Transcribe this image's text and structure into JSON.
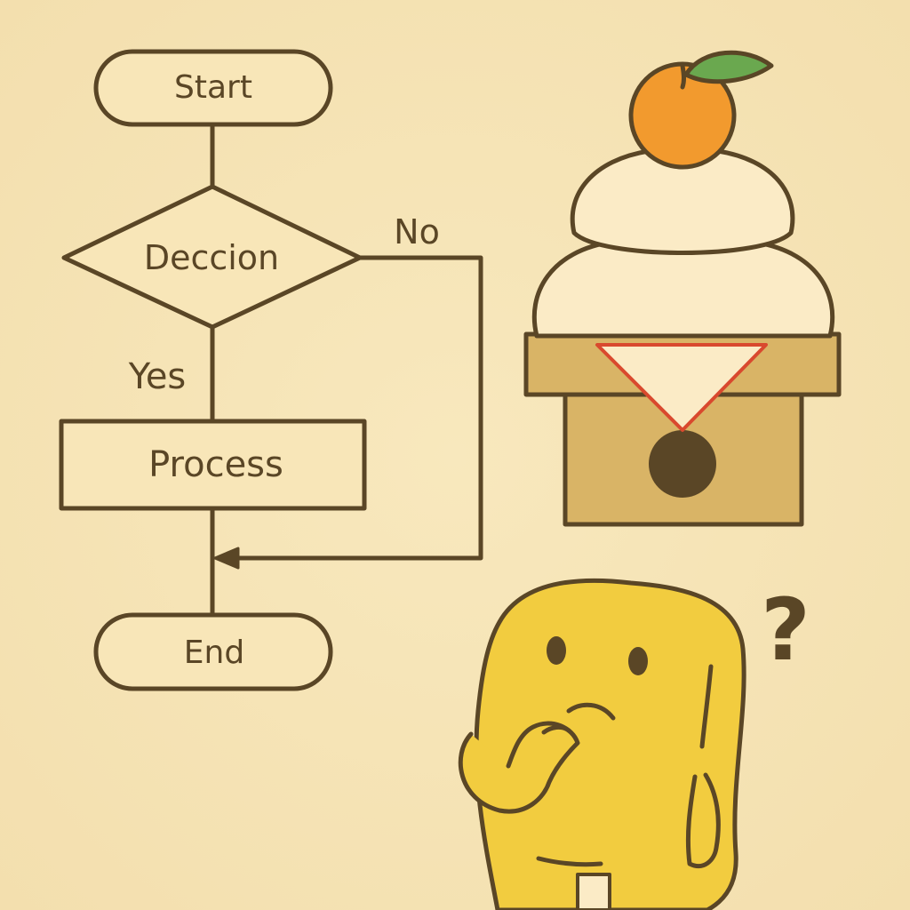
{
  "colors": {
    "background": "#f6e4b4",
    "line": "#5a4626",
    "mochi": "#fbebc6",
    "stand": "#d9b466",
    "paper_edge": "#d9492e",
    "orange": "#f29a2e",
    "leaf": "#6aa84f",
    "character": "#f2cc3f"
  },
  "flowchart": {
    "start": "Start",
    "decision": "Deccion",
    "no_label": "No",
    "yes_label": "Yes",
    "process": "Process",
    "end": "End"
  },
  "illustration": {
    "kagami_mochi": "kagami-mochi",
    "character": "confused-character",
    "question_mark": "?"
  }
}
